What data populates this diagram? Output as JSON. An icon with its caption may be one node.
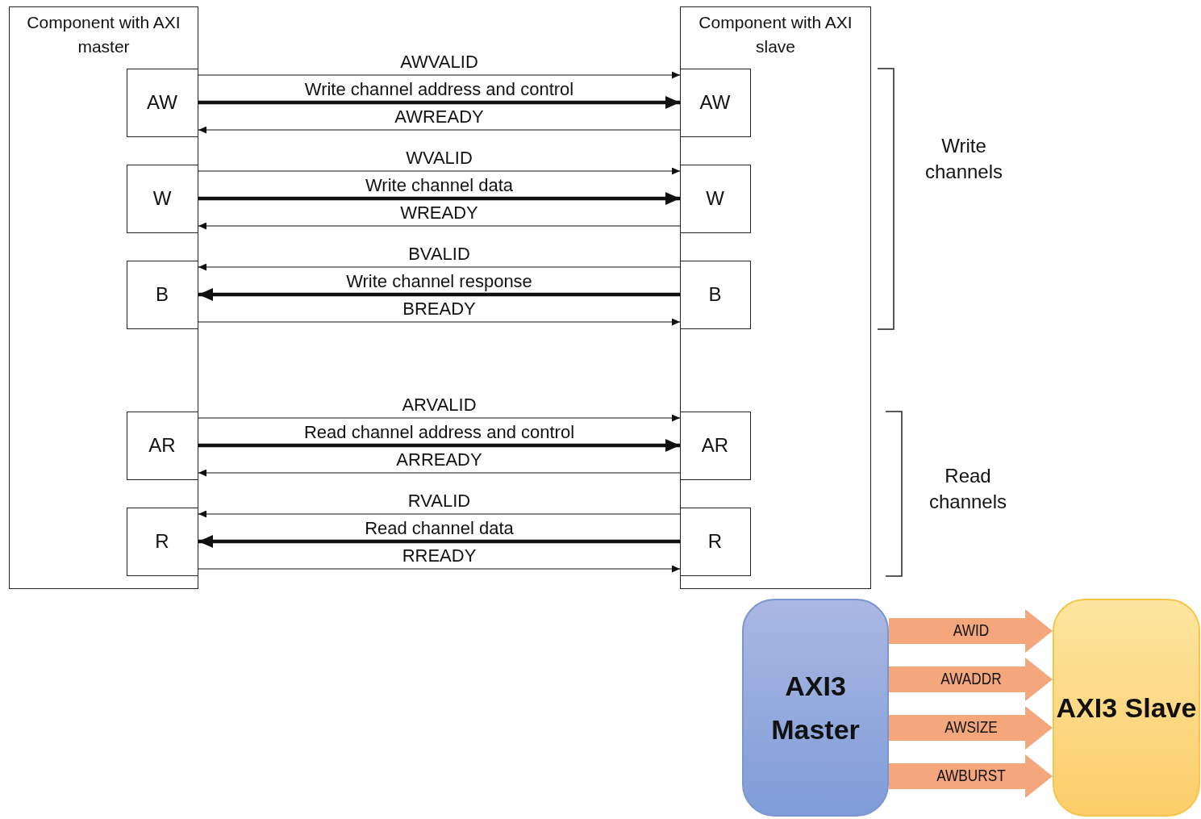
{
  "diagram": {
    "nodes": [
      {
        "text": [
          "Component with AXI master"
        ]
      },
      {
        "text": [
          "AW"
        ],
        "in": 0
      },
      {
        "text": [
          "W"
        ],
        "in": 0
      },
      {
        "text": [
          "B"
        ],
        "in": 0
      },
      {
        "text": [
          "AR"
        ],
        "in": 0
      },
      {
        "text": [
          "R"
        ],
        "in": 0
      },
      {
        "text": [
          "Component with AXI slave"
        ]
      },
      {
        "text": [
          "AW"
        ],
        "in": 6
      },
      {
        "text": [
          "W"
        ],
        "in": 6
      },
      {
        "text": [
          "B"
        ],
        "in": 6
      },
      {
        "text": [
          "AR"
        ],
        "in": 6
      },
      {
        "text": [
          "R"
        ],
        "in": 6
      },
      {
        "text": [
          "AXI3 Master"
        ]
      },
      {
        "text": [
          "AXI3 Slave"
        ]
      }
    ],
    "edges": [
      {
        "from": 1,
        "to": 7,
        "arrow": "to",
        "label": "AWVALID"
      },
      {
        "from": 1,
        "to": 7,
        "arrow": "to",
        "label": "Write channel address and control",
        "style": "thick"
      },
      {
        "from": 7,
        "to": 1,
        "arrow": "to",
        "label": "AWREADY"
      },
      {
        "from": 2,
        "to": 8,
        "arrow": "to",
        "label": "WVALID"
      },
      {
        "from": 2,
        "to": 8,
        "arrow": "to",
        "label": "Write channel data",
        "style": "thick"
      },
      {
        "from": 8,
        "to": 2,
        "arrow": "to",
        "label": "WREADY"
      },
      {
        "from": 9,
        "to": 3,
        "arrow": "to",
        "label": "BVALID"
      },
      {
        "from": 9,
        "to": 3,
        "arrow": "to",
        "label": "Write channel response",
        "style": "thick"
      },
      {
        "from": 3,
        "to": 9,
        "arrow": "to",
        "label": "BREADY"
      },
      {
        "from": 4,
        "to": 10,
        "arrow": "to",
        "label": "ARVALID"
      },
      {
        "from": 4,
        "to": 10,
        "arrow": "to",
        "label": "Read channel address and control",
        "style": "thick"
      },
      {
        "from": 10,
        "to": 4,
        "arrow": "to",
        "label": "ARREADY"
      },
      {
        "from": 11,
        "to": 5,
        "arrow": "to",
        "label": "RVALID"
      },
      {
        "from": 11,
        "to": 5,
        "arrow": "to",
        "label": "Read channel data",
        "style": "thick"
      },
      {
        "from": 5,
        "to": 11,
        "arrow": "to",
        "label": "RREADY"
      },
      {
        "from": 12,
        "to": 13,
        "arrow": "to",
        "label": "AWID",
        "style": "thick",
        "color": "#f4a77c"
      },
      {
        "from": 12,
        "to": 13,
        "arrow": "to",
        "label": "AWADDR",
        "style": "thick",
        "color": "#f4a77c"
      },
      {
        "from": 12,
        "to": 13,
        "arrow": "to",
        "label": "AWSIZE",
        "style": "thick",
        "color": "#f4a77c"
      },
      {
        "from": 12,
        "to": 13,
        "arrow": "to",
        "label": "AWBURST",
        "style": "thick",
        "color": "#f4a77c"
      }
    ],
    "labels": [
      "Write channels",
      "Read channels"
    ]
  }
}
